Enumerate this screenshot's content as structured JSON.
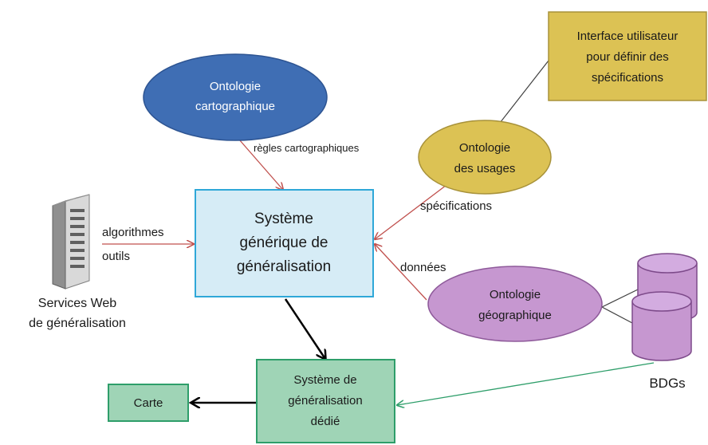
{
  "nodes": {
    "ontologie_cartographique": {
      "lines": [
        "Ontologie",
        "cartographique"
      ],
      "fill": "#3f6eb4"
    },
    "interface_utilisateur": {
      "lines": [
        "Interface utilisateur",
        "pour définir des",
        "spécifications"
      ],
      "fill": "#dcc254"
    },
    "ontologie_usages": {
      "lines": [
        "Ontologie",
        "des usages"
      ],
      "fill": "#dcc254"
    },
    "systeme_generique": {
      "lines": [
        "Système",
        "générique de",
        "généralisation"
      ],
      "fill": "#d6ecf6"
    },
    "services_web": {
      "lines": [
        "Services Web",
        "de généralisation"
      ]
    },
    "ontologie_geographique": {
      "lines": [
        "Ontologie",
        "géographique"
      ],
      "fill": "#c697d0"
    },
    "bdgs": {
      "label": "BDGs",
      "fill": "#c697d0"
    },
    "systeme_dedie": {
      "lines": [
        "Système de",
        "généralisation",
        "dédié"
      ],
      "fill": "#9fd4b6"
    },
    "carte": {
      "label": "Carte",
      "fill": "#9fd4b6"
    }
  },
  "edges": {
    "regles": {
      "label": "règles cartographiques",
      "color": "#c0504d"
    },
    "algorithmes": {
      "lines": [
        "algorithmes",
        "outils"
      ],
      "color": "#c0504d"
    },
    "specifications": {
      "label": "spécifications",
      "color": "#c0504d"
    },
    "donnees": {
      "label": "données",
      "color": "#c0504d"
    },
    "bdgs_to_dedie": {
      "color": "#2e9e6a"
    }
  }
}
